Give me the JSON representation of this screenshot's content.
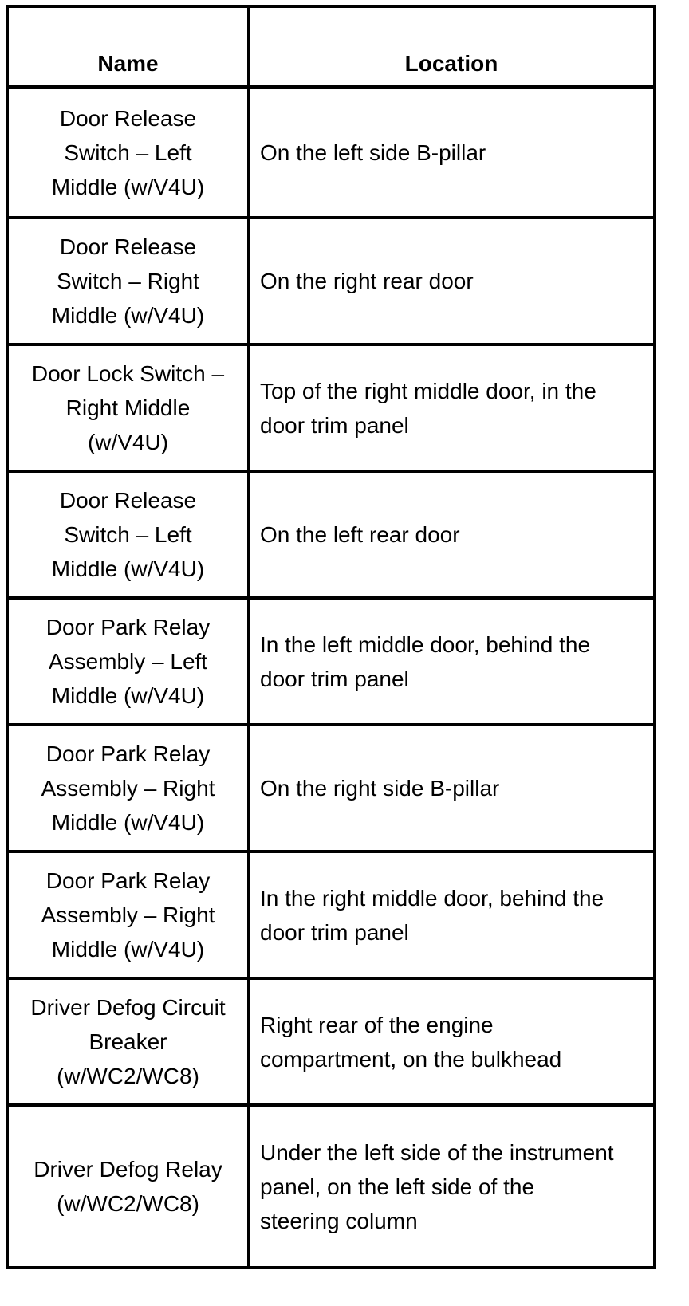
{
  "colors": {
    "border": "#000000",
    "text": "#000000",
    "background": "#ffffff"
  },
  "table": {
    "header": {
      "name_label": "Name",
      "location_label": "Location"
    },
    "rows": [
      {
        "name": "Door Release\nSwitch – Left\nMiddle (w/V4U)",
        "location": "On the left side B-pillar"
      },
      {
        "name": "Door Release\nSwitch – Right\nMiddle (w/V4U)",
        "location": "On the right rear door"
      },
      {
        "name": "Door Lock Switch –\nRight Middle\n(w/V4U)",
        "location": "Top of the right middle door, in the\ndoor trim panel"
      },
      {
        "name": "Door Release\nSwitch – Left\nMiddle (w/V4U)",
        "location": "On the left rear door"
      },
      {
        "name": "Door Park Relay\nAssembly – Left\nMiddle (w/V4U)",
        "location": "In the left middle door, behind the\ndoor trim panel"
      },
      {
        "name": "Door Park Relay\nAssembly – Right\nMiddle (w/V4U)",
        "location": "On the right side B-pillar"
      },
      {
        "name": "Door Park Relay\nAssembly – Right\nMiddle (w/V4U)",
        "location": "In the right middle door, behind the\ndoor trim panel"
      },
      {
        "name": "Driver Defog Circuit\nBreaker\n(w/WC2/WC8)",
        "location": "Right rear of the engine\ncompartment, on the bulkhead"
      },
      {
        "name": "Driver Defog Relay\n(w/WC2/WC8)",
        "location": "Under the left side of the instrument\npanel, on the left side of the\nsteering column"
      }
    ]
  }
}
